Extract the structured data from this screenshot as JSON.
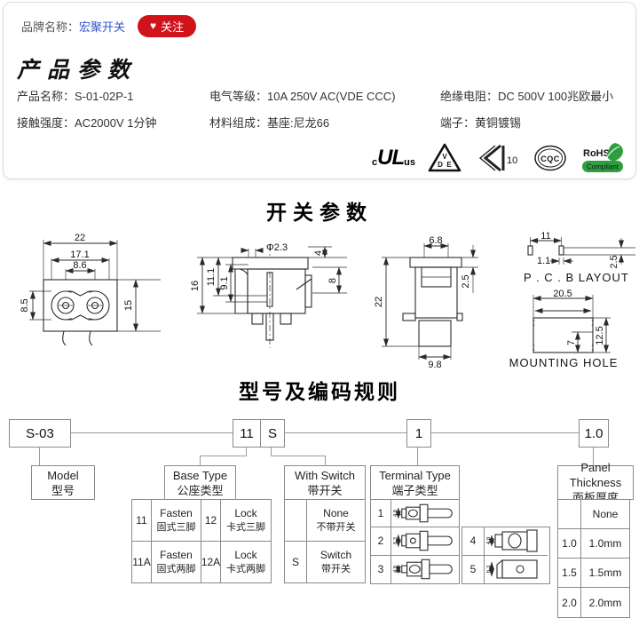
{
  "brand_bar": {
    "label": "品牌名称：",
    "brand_name": "宏聚开关",
    "follow": {
      "heart": "♥",
      "label": "关注"
    }
  },
  "product_card": {
    "title": "产品参数",
    "params": [
      {
        "label": "产品名称：",
        "value": "S-01-02P-1"
      },
      {
        "label": "电气等级：",
        "value": "10A  250V  AC(VDE CCC)"
      },
      {
        "label": "绝缘电阻：",
        "value": "DC 500V 100兆欧最小"
      },
      {
        "label": "接触强度：",
        "value": "AC2000V 1分钟"
      },
      {
        "label": "材料组成：",
        "value": "基座:尼龙66"
      },
      {
        "label": "端子：",
        "value": "黄铜镀锡"
      }
    ],
    "certs": {
      "ul": {
        "c": "c",
        "mark": "UL",
        "us": "us"
      },
      "vde": {
        "v": "V",
        "d": "D",
        "e": "E"
      },
      "enec": {
        "num": "10"
      },
      "cqc": {
        "mark": "CQC"
      },
      "rohs": {
        "line1": "RoHS",
        "line2": "Compliant"
      }
    }
  },
  "switch_section": {
    "title": "开关参数",
    "front_view": {
      "w": "22",
      "inner_w": "17.1",
      "pin_pitch": "8.6",
      "recess_h": "8.5",
      "h": "15"
    },
    "side_view": {
      "h": "16",
      "d1": "11.1",
      "d2": "9.1",
      "pin_dia": "Φ2.3",
      "d3": "4",
      "d4": "8"
    },
    "end_view": {
      "top_w": "6.8",
      "h": "22",
      "d1": "2.5",
      "bottom_w": "9.8"
    },
    "pcb": {
      "label": "P . C . B  LAYOUT",
      "pitch": "11",
      "slot": "1.1",
      "d": "2.5"
    },
    "mount": {
      "label": "MOUNTING HOLE",
      "w": "20.5",
      "d1": "7",
      "h": "12.5"
    }
  },
  "coding_section": {
    "title": "型号及编码规则",
    "codes": {
      "model": "S-03",
      "base": "11",
      "sw": "S",
      "terminal": "1",
      "panel": "1.0"
    },
    "labels": {
      "model": {
        "en": "Model",
        "cn": "型号"
      },
      "base": {
        "en": "Base Type",
        "cn": "公座类型"
      },
      "sw": {
        "en": "With Switch",
        "cn": "带开关"
      },
      "terminal": {
        "en": "Terminal Type",
        "cn": "端子类型"
      },
      "panel": {
        "en": "Panel Thickness",
        "cn": "面板厚度"
      }
    },
    "base_table": {
      "r1": {
        "c1": "11",
        "e1": "Fasten",
        "n1": "固式三脚",
        "c2": "12",
        "e2": "Lock",
        "n2": "卡式三脚"
      },
      "r2": {
        "c1": "11A",
        "e1": "Fasten",
        "n1": "固式两脚",
        "c2": "12A",
        "e2": "Lock",
        "n2": "卡式两脚"
      }
    },
    "switch_table": {
      "r1": {
        "code": "",
        "en": "None",
        "cn": "不带开关"
      },
      "r2": {
        "code": "S",
        "en": "Switch",
        "cn": "带开关"
      }
    },
    "terminal_table": {
      "t1": {
        "code": "1",
        "dim": "4.8"
      },
      "t2": {
        "code": "2",
        "dim": "6.3"
      },
      "t3": {
        "code": "3",
        "dim": "4.8"
      },
      "t4": {
        "code": "4",
        "dim": "4.8"
      },
      "t5": {
        "code": "5",
        "dim": "6.3"
      }
    },
    "panel_table": {
      "r1": {
        "code": "",
        "value": "None"
      },
      "r2": {
        "code": "1.0",
        "value": "1.0mm"
      },
      "r3": {
        "code": "1.5",
        "value": "1.5mm"
      },
      "r4": {
        "code": "2.0",
        "value": "2.0mm"
      }
    }
  }
}
